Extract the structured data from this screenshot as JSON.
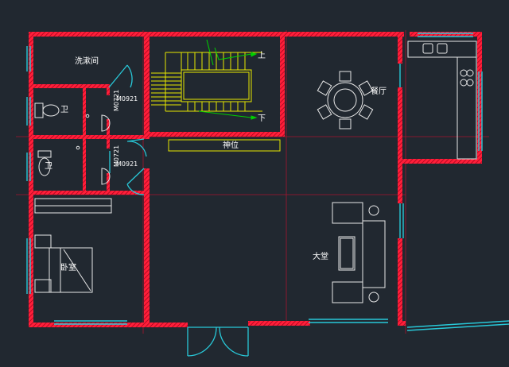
{
  "rooms": {
    "laundry": "洗漱间",
    "wc1": "卫",
    "wc2": "卫",
    "bedroom": "卧室",
    "dining": "餐厅",
    "living": "大堂",
    "shrine": "神位"
  },
  "stairs": {
    "up": "上",
    "down": "下"
  },
  "doors": {
    "d1": "M0921",
    "d1v": "M0721",
    "d2": "M0921",
    "d2v": "M0721"
  },
  "colors": {
    "background": "#212830",
    "wall": "#ff1f3a",
    "axis": "#c8102e",
    "fixture": "#e8e8e8",
    "window": "#28c8d8",
    "stair": "#e8e800",
    "stair_arrow": "#00d000",
    "text": "#ffffff"
  }
}
